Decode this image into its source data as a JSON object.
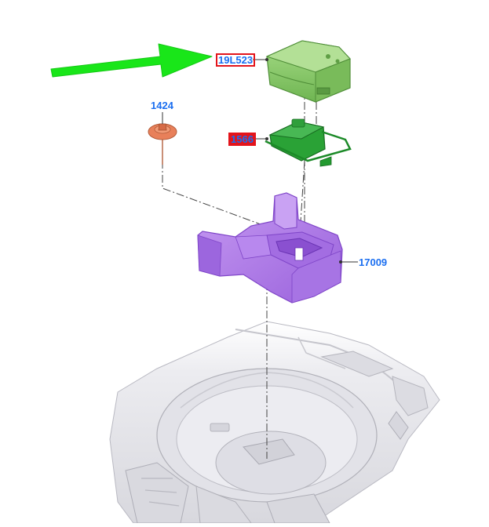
{
  "diagram": {
    "callouts": [
      {
        "id": "compressor",
        "text": "19L523",
        "style": "boxed"
      },
      {
        "id": "sealant-bracket",
        "text": "1566",
        "style": "filled"
      },
      {
        "id": "wing-nut",
        "text": "1424",
        "style": "plain"
      },
      {
        "id": "foam-tray",
        "text": "17009",
        "style": "plain"
      }
    ],
    "colors": {
      "callout_text": "#1a6ef0",
      "highlight": "#e3141b",
      "arrow": "#19e619",
      "compressor": "#8fcf6e",
      "bracket": "#1f9a2a",
      "tray": "#b07be8",
      "wing_nut": "#e8805a",
      "floor_pan": "#e6e6ea"
    },
    "icons": [
      "pointer-arrow-icon"
    ]
  }
}
